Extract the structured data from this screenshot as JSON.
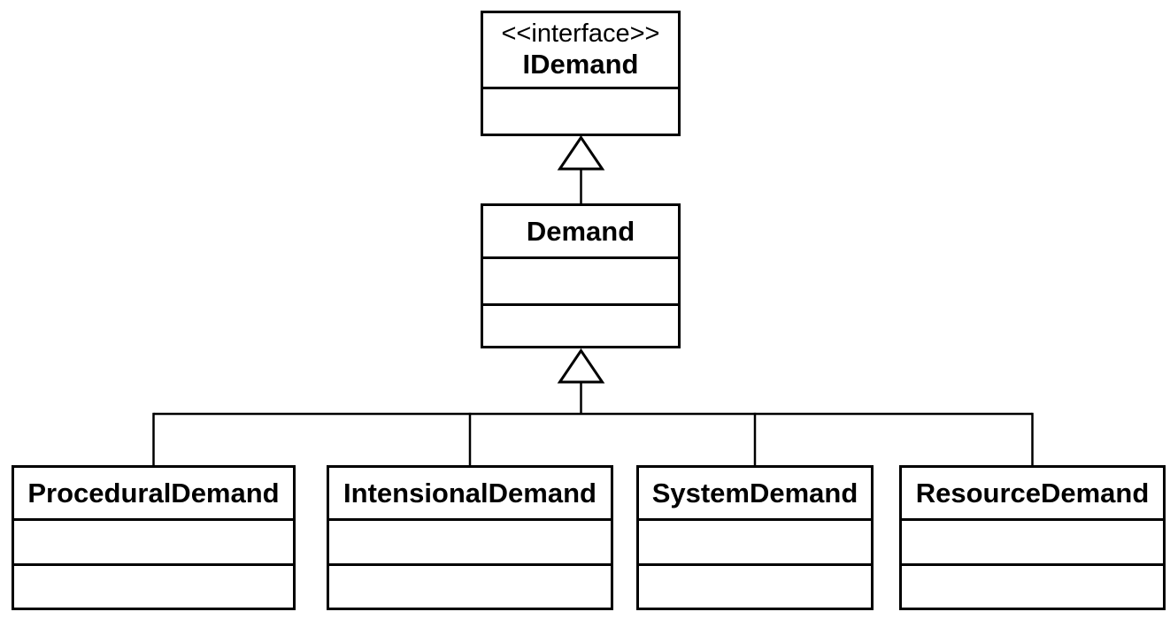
{
  "colors": {
    "background": "#ffffff",
    "box_fill": "#ffffff",
    "line": "#000000",
    "text": "#000000"
  },
  "classes": {
    "interface": {
      "stereotype": "<<interface>>",
      "name": "IDemand",
      "compartments": 1
    },
    "superclass": {
      "name": "Demand",
      "compartments": 2
    },
    "subclasses": [
      {
        "name": "ProceduralDemand",
        "compartments": 2
      },
      {
        "name": "IntensionalDemand",
        "compartments": 2
      },
      {
        "name": "SystemDemand",
        "compartments": 2
      },
      {
        "name": "ResourceDemand",
        "compartments": 2
      }
    ]
  },
  "relations": [
    {
      "from": "Demand",
      "to": "IDemand",
      "type": "generalization"
    },
    {
      "from": "ProceduralDemand",
      "to": "Demand",
      "type": "generalization"
    },
    {
      "from": "IntensionalDemand",
      "to": "Demand",
      "type": "generalization"
    },
    {
      "from": "SystemDemand",
      "to": "Demand",
      "type": "generalization"
    },
    {
      "from": "ResourceDemand",
      "to": "Demand",
      "type": "generalization"
    }
  ]
}
